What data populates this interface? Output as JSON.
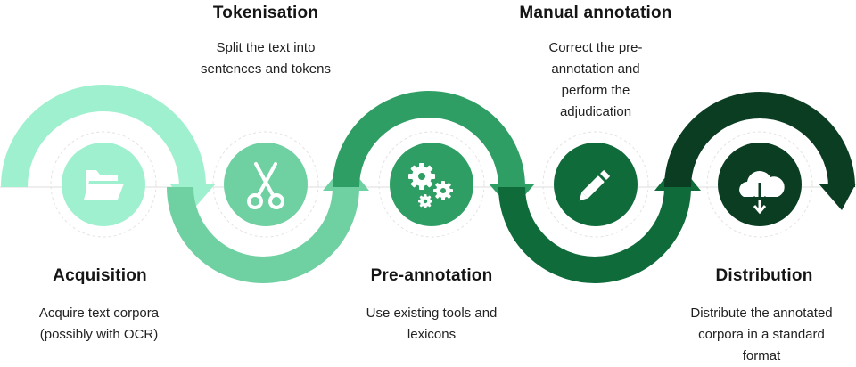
{
  "steps": [
    {
      "title": "Acquisition",
      "description": "Acquire text corpora (possibly with OCR)",
      "icon": "folder-icon",
      "color": "#9ff0cf"
    },
    {
      "title": "Tokenisation",
      "description": "Split the text into sentences and tokens",
      "icon": "scissors-icon",
      "color": "#6fd0a2"
    },
    {
      "title": "Pre-annotation",
      "description": "Use existing tools and lexicons",
      "icon": "gears-icon",
      "color": "#2f9e64"
    },
    {
      "title": "Manual annotation",
      "description": "Correct the pre-annotation and perform the adjudication",
      "icon": "pencil-icon",
      "color": "#0f6b3a"
    },
    {
      "title": "Distribution",
      "description": "Distribute the annotated corpora in a standard format",
      "icon": "cloud-download-icon",
      "color": "#0b3d22"
    }
  ]
}
